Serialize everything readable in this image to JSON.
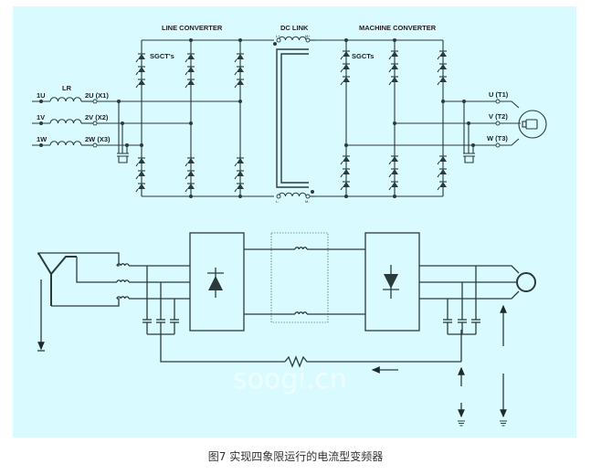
{
  "figure": {
    "caption": "图7   实现四象限运行的电流型变频器",
    "background_color": "#d9fbff",
    "line_color": "#2b3a3a",
    "watermark": "soogi.cn"
  },
  "top_diagram": {
    "section_labels": {
      "line_converter": "LINE CONVERTER",
      "dc_link": "DC LINK",
      "machine_converter": "MACHINE CONVERTER"
    },
    "device_labels": {
      "line_sgct": "SGCT's",
      "machine_sgct": "SGCTs"
    },
    "reactor_label": "LR",
    "input_terminals": [
      "1U",
      "1V",
      "1W"
    ],
    "reactor_outputs": [
      "2U (X1)",
      "2V (X2)",
      "2W (X3)"
    ],
    "output_terminals": [
      "U (T1)",
      "V (T2)",
      "W (T3)"
    ],
    "dc_link_pins": {
      "top_left": "L+",
      "top_right": "M+",
      "bottom_left": "L-",
      "bottom_right": "M-"
    },
    "load": "motor"
  },
  "bottom_diagram": {
    "blocks": [
      "rectifier (thyristor)",
      "dc-link inductors",
      "inverter (thyristor)"
    ],
    "source": "wye transformer",
    "feedback": "resistor with current arrow",
    "load": "motor"
  }
}
